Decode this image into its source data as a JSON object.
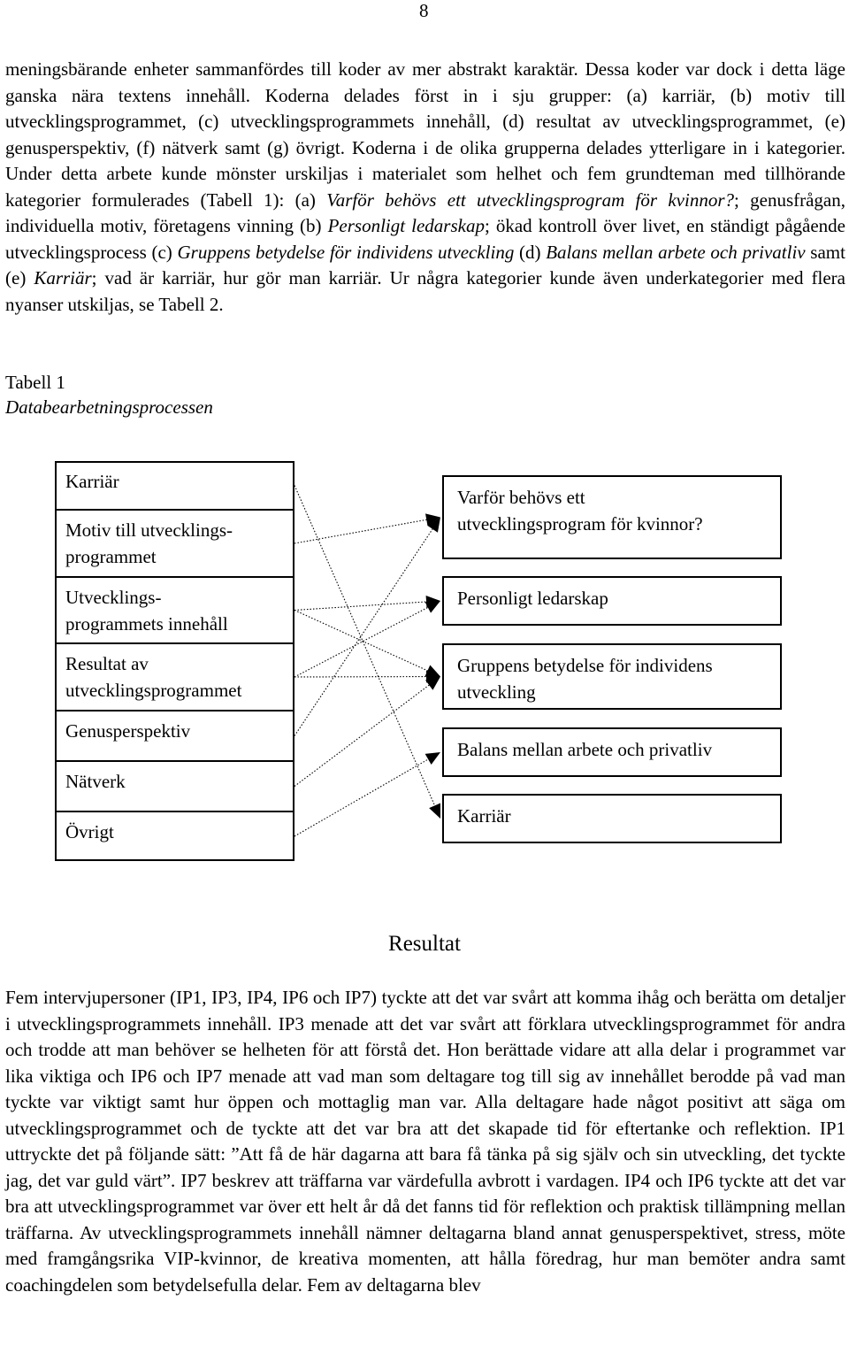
{
  "page": {
    "number": "8"
  },
  "intro": {
    "part1": "meningsbärande enheter sammanfördes till koder av mer abstrakt karaktär. Dessa koder var dock i detta läge ganska nära textens innehåll. Koderna delades först in i sju grupper: (a) karriär, (b) motiv till utvecklingsprogrammet, (c) utvecklingsprogrammets innehåll, (d) resultat av utvecklingsprogrammet, (e) genusperspektiv, (f) nätverk samt (g) övrigt. Koderna i de olika grupperna delades ytterligare in i kategorier. Under detta arbete kunde mönster urskiljas i materialet som helhet och fem grundteman med tillhörande kategorier formulerades (Tabell 1): (a) ",
    "em1": "Varför behövs ett utvecklingsprogram för kvinnor?",
    "part2": "; genusfrågan, individuella motiv, företagens vinning (b) ",
    "em2": "Personligt ledarskap",
    "part3": "; ökad kontroll över livet, en ständigt pågående utvecklingsprocess (c) ",
    "em3": "Gruppens betydelse för individens utveckling",
    "part4": " (d) ",
    "em4": "Balans mellan arbete och privatliv",
    "part5": " samt (e) ",
    "em5": "Karriär",
    "part6": "; vad är karriär, hur gör man karriär. Ur några kategorier kunde även underkategorier med flera nyanser utskiljas, se Tabell 2."
  },
  "table": {
    "label": "Tabell 1",
    "caption": "Databearbetningsprocessen",
    "left_items": [
      "Karriär",
      "Motiv till utvecklings-\nprogrammet",
      "Utvecklings-\nprogrammets innehåll",
      "Resultat av\nutvecklingsprogrammet",
      "Genusperspektiv",
      "Nätverk",
      "Övrigt"
    ],
    "right_items": [
      "Varför behövs ett\nutvecklingsprogram för kvinnor?",
      "Personligt ledarskap",
      "Gruppens betydelse för individens\nutveckling",
      "Balans mellan arbete och privatliv",
      "Karriär"
    ],
    "connections": [
      {
        "from": 0,
        "to": 4
      },
      {
        "from": 1,
        "to": 0
      },
      {
        "from": 2,
        "to": 1
      },
      {
        "from": 2,
        "to": 2
      },
      {
        "from": 3,
        "to": 1
      },
      {
        "from": 3,
        "to": 2
      },
      {
        "from": 4,
        "to": 0
      },
      {
        "from": 5,
        "to": 2
      },
      {
        "from": 6,
        "to": 3
      }
    ]
  },
  "results": {
    "heading": "Resultat",
    "text": "Fem intervjupersoner (IP1, IP3, IP4, IP6 och IP7) tyckte att det var svårt att komma ihåg och berätta om detaljer i utvecklingsprogrammets innehåll. IP3 menade att det var svårt att förklara utvecklingsprogrammet för andra och trodde att man behöver se helheten för att förstå det. Hon berättade vidare att alla delar i programmet var lika viktiga och IP6 och IP7 menade att vad man som deltagare tog till sig av innehållet berodde på vad man tyckte var viktigt samt hur öppen och mottaglig man var. Alla deltagare hade något positivt att säga om utvecklingsprogrammet och de tyckte att det var bra att det skapade tid för eftertanke och reflektion. IP1 uttryckte det på följande sätt: ”Att få de här dagarna att bara få tänka på sig själv och sin utveckling, det tyckte jag, det var guld värt”. IP7 beskrev att träffarna var värdefulla avbrott i vardagen. IP4 och IP6 tyckte att det var bra att utvecklingsprogrammet var över ett helt år då det fanns tid för reflektion och praktisk tillämpning mellan träffarna. Av utvecklingsprogrammets innehåll nämner deltagarna bland annat genusperspektivet, stress, möte med framgångsrika VIP-kvinnor, de kreativa momenten, att hålla föredrag, hur man bemöter andra samt coachingdelen som betydelsefulla delar. Fem av deltagarna blev"
  }
}
